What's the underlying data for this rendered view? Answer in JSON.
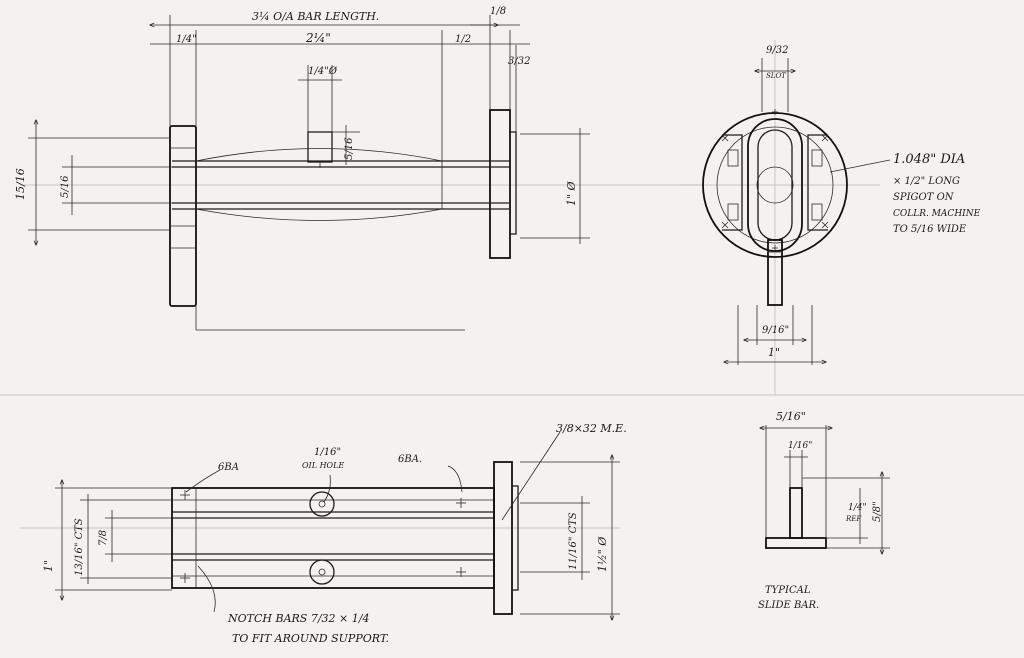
{
  "dimensions": {
    "overall_length": "3¼ O/A BAR LENGTH.",
    "eighth": "1/8",
    "quarter_left": "1/4\"",
    "two_and_quarter": "2¼\"",
    "half": "1/2",
    "three_32": "3/32",
    "pin_quarter": "1/4\"Ø",
    "five_16_vert": "5/16",
    "fifteen_16": "15/16",
    "five_16_left": "5/16",
    "one_inch_dia": "1\" Ø",
    "slot_9_32": "9/32",
    "slot_label": "SLOT",
    "nine_16": "9/16\"",
    "one_inch": "1\"",
    "six_ba_left": "6BA",
    "six_ba_right": "6BA.",
    "oil_hole": "1/16\"",
    "oil_hole_label": "OIL HOLE",
    "thread_note": "3/8×32 M.E.",
    "one_inch_bottom": "1\"",
    "thirteen_16": "13/16\" CTS",
    "seven_8": "7/8",
    "eleven_16": "11/16\" CTS",
    "one_half_dia": "1½\" Ø",
    "slide_5_16": "5/16\"",
    "slide_1_16": "1/16\"",
    "slide_quarter": "1/4\"",
    "slide_quarter_sub": "REF",
    "slide_5_8": "5/8\""
  },
  "notes": {
    "spigot": [
      "1.048\" DIA",
      "× 1/2\" LONG",
      "SPIGOT ON",
      "COLLR. MACHINE",
      "TO 5/16 WIDE"
    ],
    "notch": [
      "NOTCH BARS 7/32 × 1/4",
      "TO FIT AROUND SUPPORT."
    ],
    "slide_caption": [
      "TYPICAL",
      "SLIDE BAR."
    ]
  }
}
